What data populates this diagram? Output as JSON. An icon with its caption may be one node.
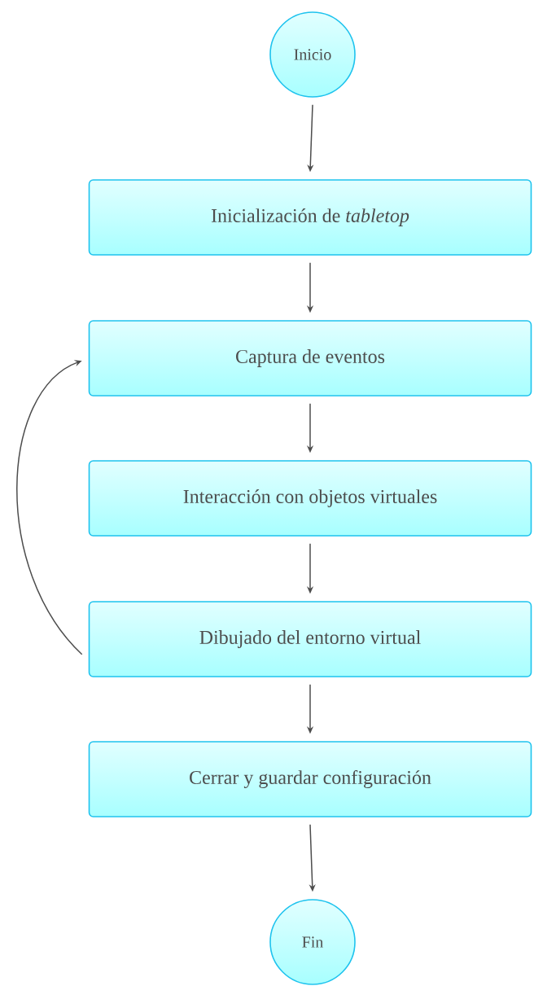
{
  "diagram": {
    "nodes": [
      {
        "text": [
          "Inicio"
        ]
      },
      {
        "text": [
          "Inicialización de *tabletop*"
        ]
      },
      {
        "text": [
          "Captura de eventos"
        ]
      },
      {
        "text": [
          "Interacción con objetos virtuales"
        ]
      },
      {
        "text": [
          "Dibujado del entorno virtual"
        ]
      },
      {
        "text": [
          "Cerrar y guardar configuración"
        ]
      },
      {
        "text": [
          "Fin"
        ]
      }
    ],
    "edges": [
      {
        "from": 0,
        "to": 1,
        "arrow": "to"
      },
      {
        "from": 1,
        "to": 2,
        "arrow": "to"
      },
      {
        "from": 2,
        "to": 3,
        "arrow": "to"
      },
      {
        "from": 3,
        "to": 4,
        "arrow": "to"
      },
      {
        "from": 4,
        "to": 2,
        "arrow": "to"
      },
      {
        "from": 4,
        "to": 5,
        "arrow": "to"
      },
      {
        "from": 5,
        "to": 6,
        "arrow": "to"
      }
    ]
  }
}
